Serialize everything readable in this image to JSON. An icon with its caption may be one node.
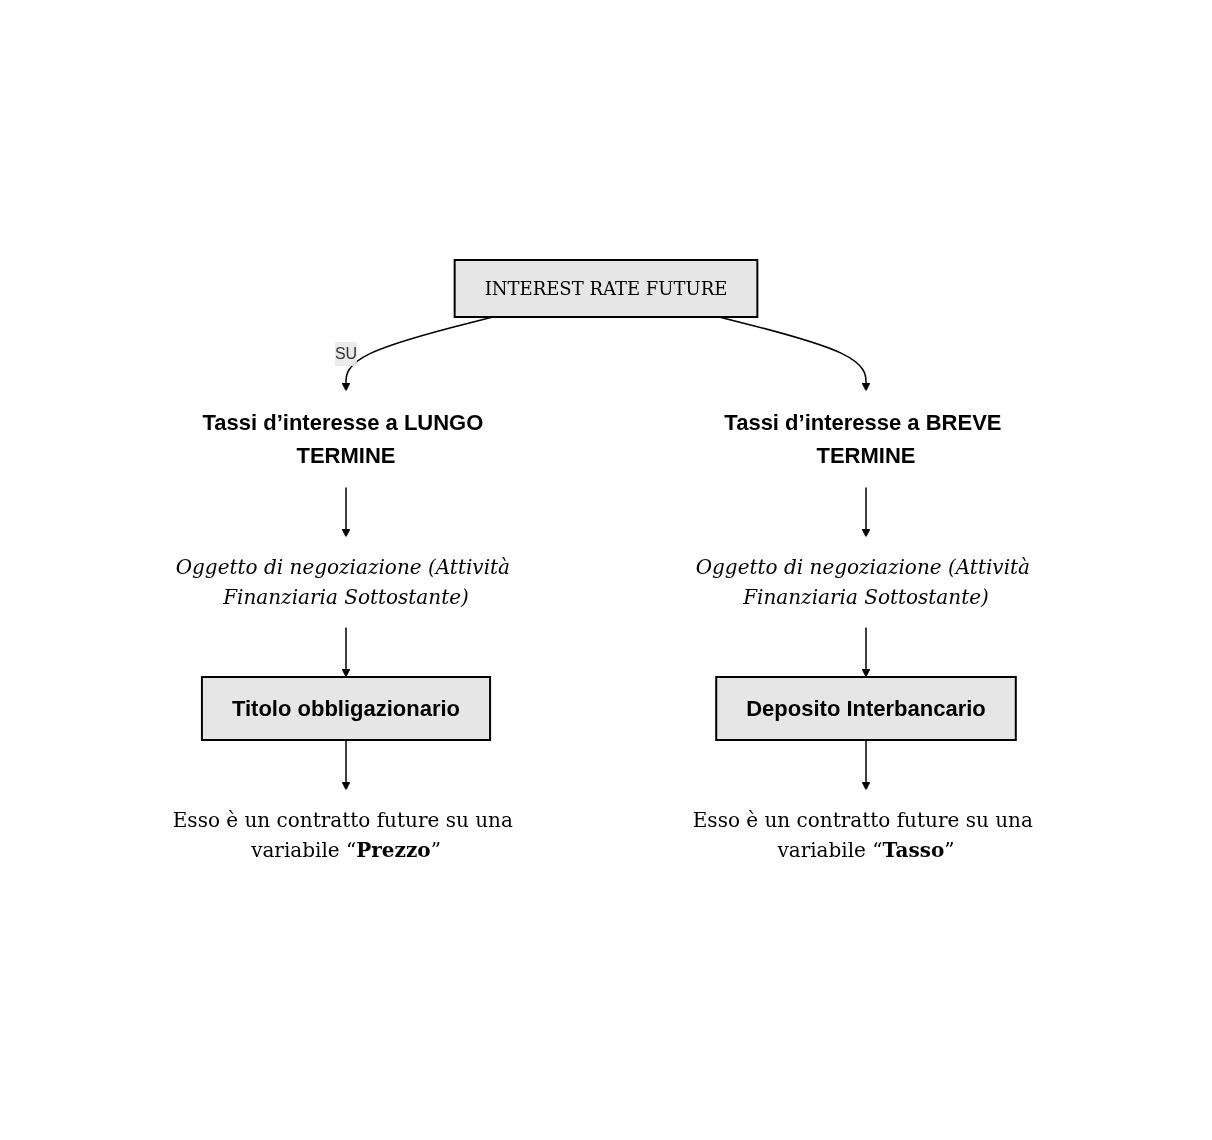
{
  "diagram": {
    "nodes": [
      {
        "text": [
          "INTEREST RATE FUTURE"
        ]
      },
      {
        "text": [
          "Tassi d’interesse a LUNGO TERMINE"
        ]
      },
      {
        "text": [
          "Tassi d’interesse a BREVE TERMINE"
        ]
      },
      {
        "text": [
          "Oggetto di negoziazione (Attività Finanziaria Sottostante)"
        ]
      },
      {
        "text": [
          "Oggetto di negoziazione (Attività Finanziaria Sottostante)"
        ]
      },
      {
        "text": [
          "Titolo obbligazionario"
        ]
      },
      {
        "text": [
          "Deposito Interbancario"
        ]
      },
      {
        "text": [
          "Esso è un contratto future su una variabile “**Prezzo**”"
        ]
      },
      {
        "text": [
          "Esso è un contratto future su una variabile “**Tasso**”"
        ]
      }
    ],
    "edges": [
      {
        "from": 0,
        "to": 1,
        "arrow": "to",
        "label": "SU"
      },
      {
        "from": 0,
        "to": 2,
        "arrow": "to"
      },
      {
        "from": 1,
        "to": 3,
        "arrow": "to"
      },
      {
        "from": 3,
        "to": 5,
        "arrow": "to"
      },
      {
        "from": 5,
        "to": 7,
        "arrow": "to"
      },
      {
        "from": 2,
        "to": 4,
        "arrow": "to"
      },
      {
        "from": 4,
        "to": 6,
        "arrow": "to"
      },
      {
        "from": 6,
        "to": 8,
        "arrow": "to"
      }
    ]
  }
}
